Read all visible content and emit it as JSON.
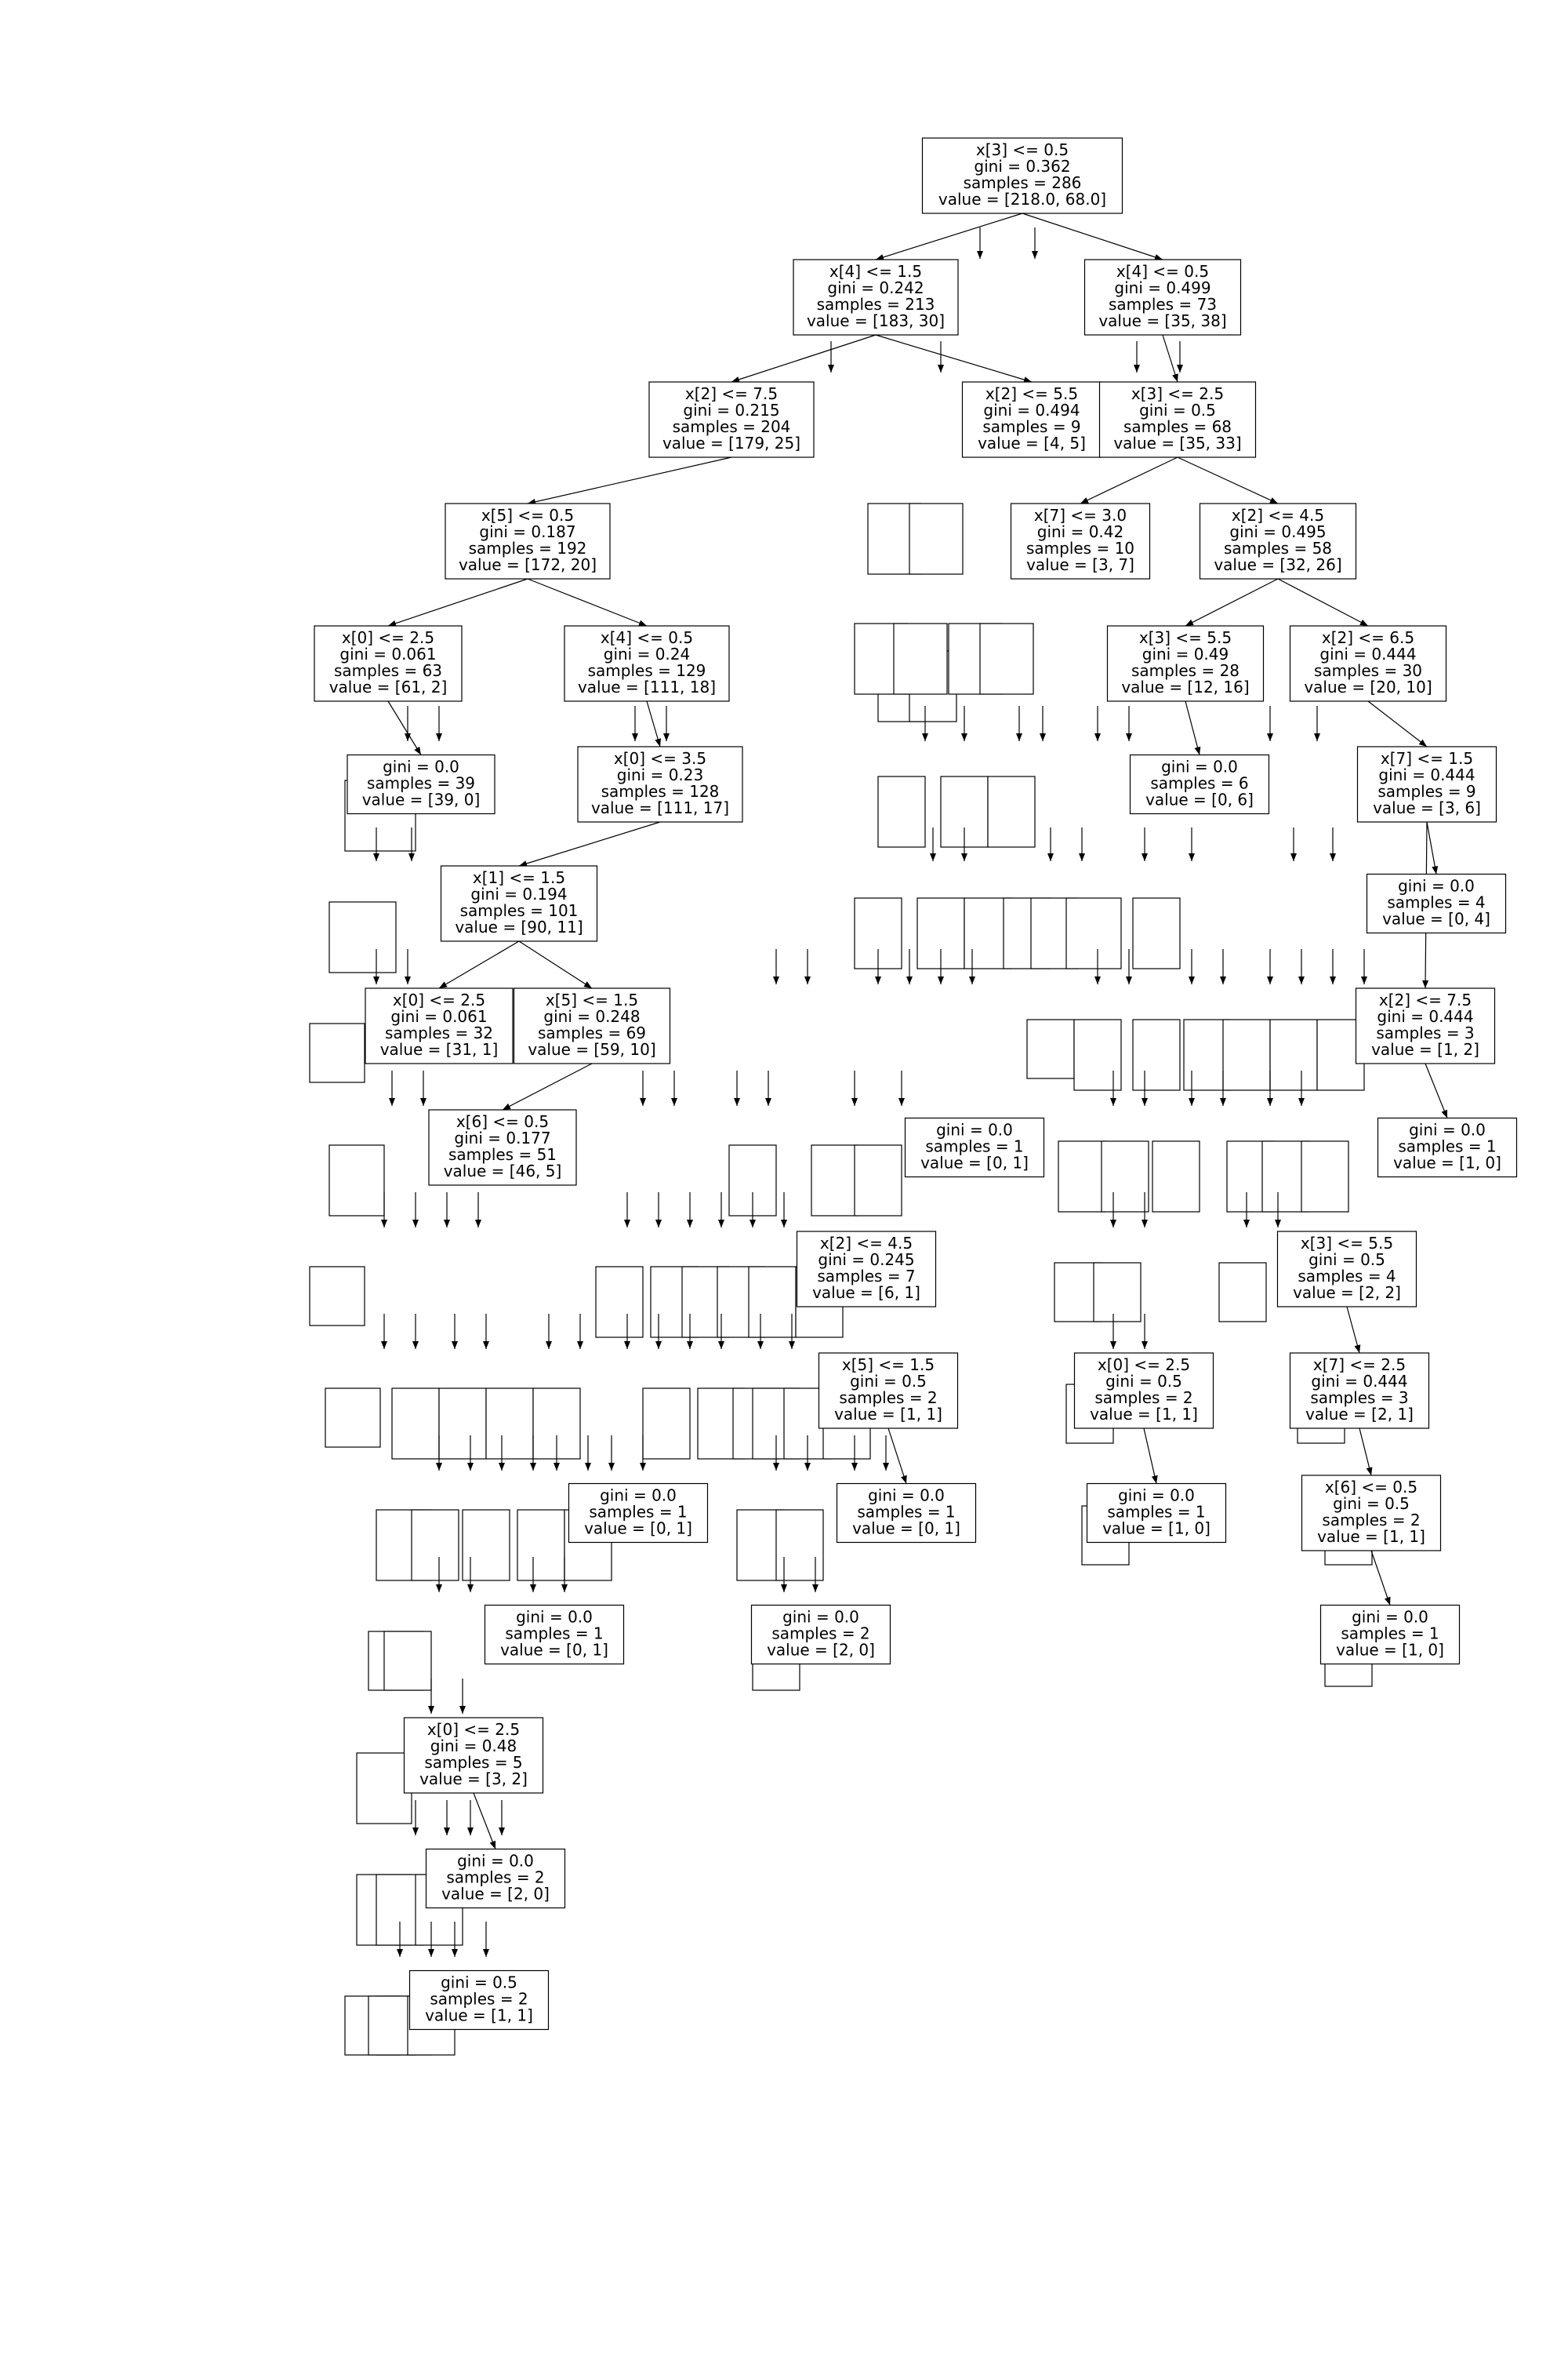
{
  "diagram": {
    "type": "decision-tree",
    "nodes": [
      {
        "id": "n0",
        "lines": [
          "x[3] <= 0.5",
          "gini = 0.362",
          "samples = 286",
          "value = [218.0, 68.0]"
        ]
      },
      {
        "id": "n1",
        "lines": [
          "x[4] <= 1.5",
          "gini = 0.242",
          "samples = 213",
          "value = [183, 30]"
        ]
      },
      {
        "id": "n2",
        "lines": [
          "x[4] <= 0.5",
          "gini = 0.499",
          "samples = 73",
          "value = [35, 38]"
        ]
      },
      {
        "id": "n3",
        "lines": [
          "x[2] <= 7.5",
          "gini = 0.215",
          "samples = 204",
          "value = [179, 25]"
        ]
      },
      {
        "id": "n4",
        "lines": [
          "x[2] <= 5.5",
          "gini = 0.494",
          "samples = 9",
          "value = [4, 5]"
        ]
      },
      {
        "id": "n5",
        "lines": [
          "x[3] <= 2.5",
          "gini = 0.5",
          "samples = 68",
          "value = [35, 33]"
        ]
      },
      {
        "id": "n6",
        "lines": [
          "x[5] <= 0.5",
          "gini = 0.187",
          "samples = 192",
          "value = [172, 20]"
        ]
      },
      {
        "id": "n7",
        "lines": [
          "x[7] <= 3.0",
          "gini = 0.42",
          "samples = 10",
          "value = [3, 7]"
        ]
      },
      {
        "id": "n8",
        "lines": [
          "x[2] <= 4.5",
          "gini = 0.495",
          "samples = 58",
          "value = [32, 26]"
        ]
      },
      {
        "id": "n9",
        "lines": [
          "x[0] <= 2.5",
          "gini = 0.061",
          "samples = 63",
          "value = [61, 2]"
        ]
      },
      {
        "id": "n10",
        "lines": [
          "x[4] <= 0.5",
          "gini = 0.24",
          "samples = 129",
          "value = [111, 18]"
        ]
      },
      {
        "id": "n11",
        "lines": [
          "x[3] <= 5.5",
          "gini = 0.49",
          "samples = 28",
          "value = [12, 16]"
        ]
      },
      {
        "id": "n12",
        "lines": [
          "x[2] <= 6.5",
          "gini = 0.444",
          "samples = 30",
          "value = [20, 10]"
        ]
      },
      {
        "id": "n13",
        "lines": [
          "gini = 0.0",
          "samples = 39",
          "value = [39, 0]"
        ]
      },
      {
        "id": "n14",
        "lines": [
          "x[0] <= 3.5",
          "gini = 0.23",
          "samples = 128",
          "value = [111, 17]"
        ]
      },
      {
        "id": "n15",
        "lines": [
          "gini = 0.0",
          "samples = 6",
          "value = [0, 6]"
        ]
      },
      {
        "id": "n16",
        "lines": [
          "x[7] <= 1.5",
          "gini = 0.444",
          "samples = 9",
          "value = [3, 6]"
        ]
      },
      {
        "id": "n17",
        "lines": [
          "x[1] <= 1.5",
          "gini = 0.194",
          "samples = 101",
          "value = [90, 11]"
        ]
      },
      {
        "id": "n18",
        "lines": [
          "gini = 0.0",
          "samples = 4",
          "value = [0, 4]"
        ]
      },
      {
        "id": "n19",
        "lines": [
          "x[0] <= 2.5",
          "gini = 0.061",
          "samples = 32",
          "value = [31, 1]"
        ]
      },
      {
        "id": "n20",
        "lines": [
          "x[5] <= 1.5",
          "gini = 0.248",
          "samples = 69",
          "value = [59, 10]"
        ]
      },
      {
        "id": "n21",
        "lines": [
          "x[2] <= 7.5",
          "gini = 0.444",
          "samples = 3",
          "value = [1, 2]"
        ]
      },
      {
        "id": "n22",
        "lines": [
          "x[6] <= 0.5",
          "gini = 0.177",
          "samples = 51",
          "value = [46, 5]"
        ]
      },
      {
        "id": "n23",
        "lines": [
          "gini = 0.0",
          "samples = 1",
          "value = [0, 1]"
        ]
      },
      {
        "id": "n24",
        "lines": [
          "gini = 0.0",
          "samples = 1",
          "value = [1, 0]"
        ]
      },
      {
        "id": "n25",
        "lines": [
          "x[2] <= 4.5",
          "gini = 0.245",
          "samples = 7",
          "value = [6, 1]"
        ]
      },
      {
        "id": "n26",
        "lines": [
          "x[3] <= 5.5",
          "gini = 0.5",
          "samples = 4",
          "value = [2, 2]"
        ]
      },
      {
        "id": "n27",
        "lines": [
          "x[5] <= 1.5",
          "gini = 0.5",
          "samples = 2",
          "value = [1, 1]"
        ]
      },
      {
        "id": "n28",
        "lines": [
          "x[0] <= 2.5",
          "gini = 0.5",
          "samples = 2",
          "value = [1, 1]"
        ]
      },
      {
        "id": "n29",
        "lines": [
          "x[7] <= 2.5",
          "gini = 0.444",
          "samples = 3",
          "value = [2, 1]"
        ]
      },
      {
        "id": "n30",
        "lines": [
          "gini = 0.0",
          "samples = 1",
          "value = [0, 1]"
        ]
      },
      {
        "id": "n31",
        "lines": [
          "gini = 0.0",
          "samples = 1",
          "value = [0, 1]"
        ]
      },
      {
        "id": "n32",
        "lines": [
          "gini = 0.0",
          "samples = 1",
          "value = [1, 0]"
        ]
      },
      {
        "id": "n33",
        "lines": [
          "x[6] <= 0.5",
          "gini = 0.5",
          "samples = 2",
          "value = [1, 1]"
        ]
      },
      {
        "id": "n34",
        "lines": [
          "gini = 0.0",
          "samples = 1",
          "value = [0, 1]"
        ]
      },
      {
        "id": "n35",
        "lines": [
          "gini = 0.0",
          "samples = 2",
          "value = [2, 0]"
        ]
      },
      {
        "id": "n36",
        "lines": [
          "gini = 0.0",
          "samples = 1",
          "value = [1, 0]"
        ]
      },
      {
        "id": "n37",
        "lines": [
          "x[0] <= 2.5",
          "gini = 0.48",
          "samples = 5",
          "value = [3, 2]"
        ]
      },
      {
        "id": "n38",
        "lines": [
          "gini = 0.0",
          "samples = 2",
          "value = [2, 0]"
        ]
      },
      {
        "id": "n39",
        "lines": [
          "gini = 0.5",
          "samples = 2",
          "value = [1, 1]"
        ]
      }
    ]
  }
}
